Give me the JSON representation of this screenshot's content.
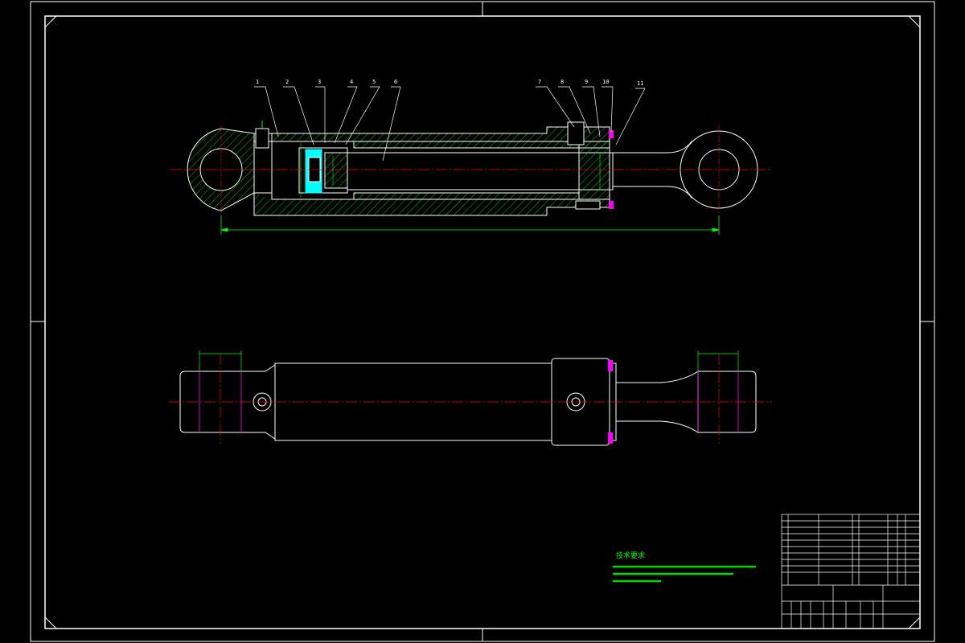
{
  "balloons": {
    "b1": "1",
    "b2": "2",
    "b3": "3",
    "b4": "4",
    "b5": "5",
    "b6": "6",
    "b7": "7",
    "b8": "8",
    "b9": "9",
    "b10": "10",
    "b11": "11"
  },
  "tech_requirements": {
    "title": "技术要求"
  },
  "colors": {
    "outline": "#ffffff",
    "hatch": "#00ff00",
    "centerline": "#ff0000",
    "dimension": "#00ff00",
    "seal": "#00ffff",
    "part_highlight": "#ff00ff"
  }
}
